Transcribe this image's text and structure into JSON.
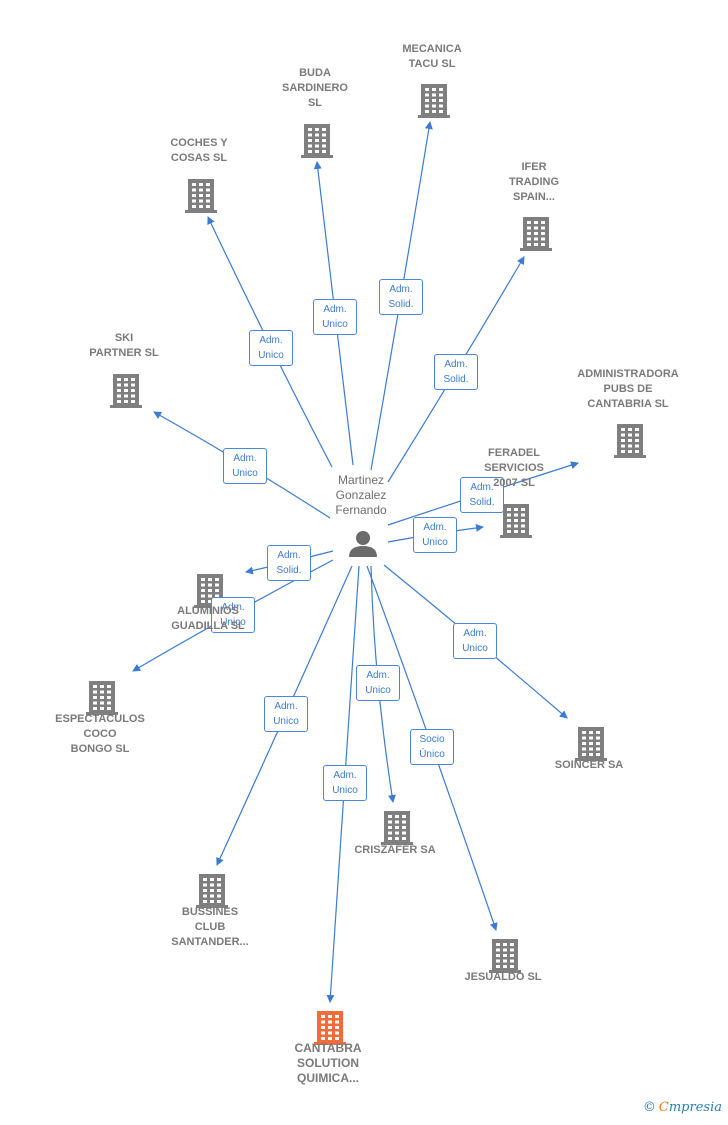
{
  "center": {
    "label": "Martinez\nGonzalez\nFernando",
    "icon": "person-icon"
  },
  "nodes": [
    {
      "id": "mecanica",
      "label": "MECANICA\nTACU  SL",
      "color": "#7f7f7f"
    },
    {
      "id": "buda",
      "label": "BUDA\nSARDINERO\nSL",
      "color": "#7f7f7f"
    },
    {
      "id": "coches",
      "label": "COCHES Y\nCOSAS  SL",
      "color": "#7f7f7f"
    },
    {
      "id": "ifer",
      "label": "IFER\nTRADING\nSPAIN...",
      "color": "#7f7f7f"
    },
    {
      "id": "ski",
      "label": "SKI\nPARTNER  SL",
      "color": "#7f7f7f"
    },
    {
      "id": "administradora",
      "label": "ADMINISTRADORA\nPUBS DE\nCANTABRIA SL",
      "color": "#7f7f7f"
    },
    {
      "id": "feradel",
      "label": "FERADEL\nSERVICIOS\n2007 SL",
      "color": "#7f7f7f"
    },
    {
      "id": "aluminios",
      "label": "ALUMINIOS\nGUADILLA  SL",
      "color": "#7f7f7f"
    },
    {
      "id": "espectaculos",
      "label": "ESPECTACULOS\nCOCO\nBONGO  SL",
      "color": "#7f7f7f"
    },
    {
      "id": "soincer",
      "label": "SOINCER SA",
      "color": "#7f7f7f"
    },
    {
      "id": "criszafer",
      "label": "CRISZAFER SA",
      "color": "#7f7f7f"
    },
    {
      "id": "bussines",
      "label": "BUSSINES\nCLUB\nSANTANDER...",
      "color": "#7f7f7f"
    },
    {
      "id": "jesualdo",
      "label": "JESUALDO SL",
      "color": "#7f7f7f"
    },
    {
      "id": "cantabra",
      "label": "CANTABRA\nSOLUTION\nQUIMICA...",
      "color": "#f26b3a"
    }
  ],
  "edges": [
    {
      "to": "mecanica",
      "label": "Adm.\nSolid."
    },
    {
      "to": "buda",
      "label": "Adm.\nUnico"
    },
    {
      "to": "coches",
      "label": "Adm.\nUnico"
    },
    {
      "to": "ifer",
      "label": "Adm.\nSolid."
    },
    {
      "to": "ski",
      "label": "Adm.\nUnico"
    },
    {
      "to": "administradora",
      "label": "Adm.\nSolid."
    },
    {
      "to": "feradel",
      "label": "Adm.\nUnico"
    },
    {
      "to": "aluminios",
      "label": "Adm.\nSolid."
    },
    {
      "to": "espectaculos",
      "label": "Adm.\nUnico"
    },
    {
      "to": "soincer",
      "label": "Adm.\nUnico"
    },
    {
      "to": "criszafer",
      "label": "Adm.\nUnico"
    },
    {
      "to": "bussines",
      "label": "Adm.\nUnico"
    },
    {
      "to": "jesualdo",
      "label": "Socio\nÚnico"
    },
    {
      "to": "cantabra",
      "label": "Adm.\nUnico"
    }
  ],
  "colors": {
    "edge": "#3c7bd0",
    "building": "#7f7f7f",
    "highlight": "#f26b3a",
    "person": "#6b6b6b"
  },
  "footer": {
    "copyright_symbol": "©",
    "brand_first": "C",
    "brand_rest": "mpresia"
  }
}
